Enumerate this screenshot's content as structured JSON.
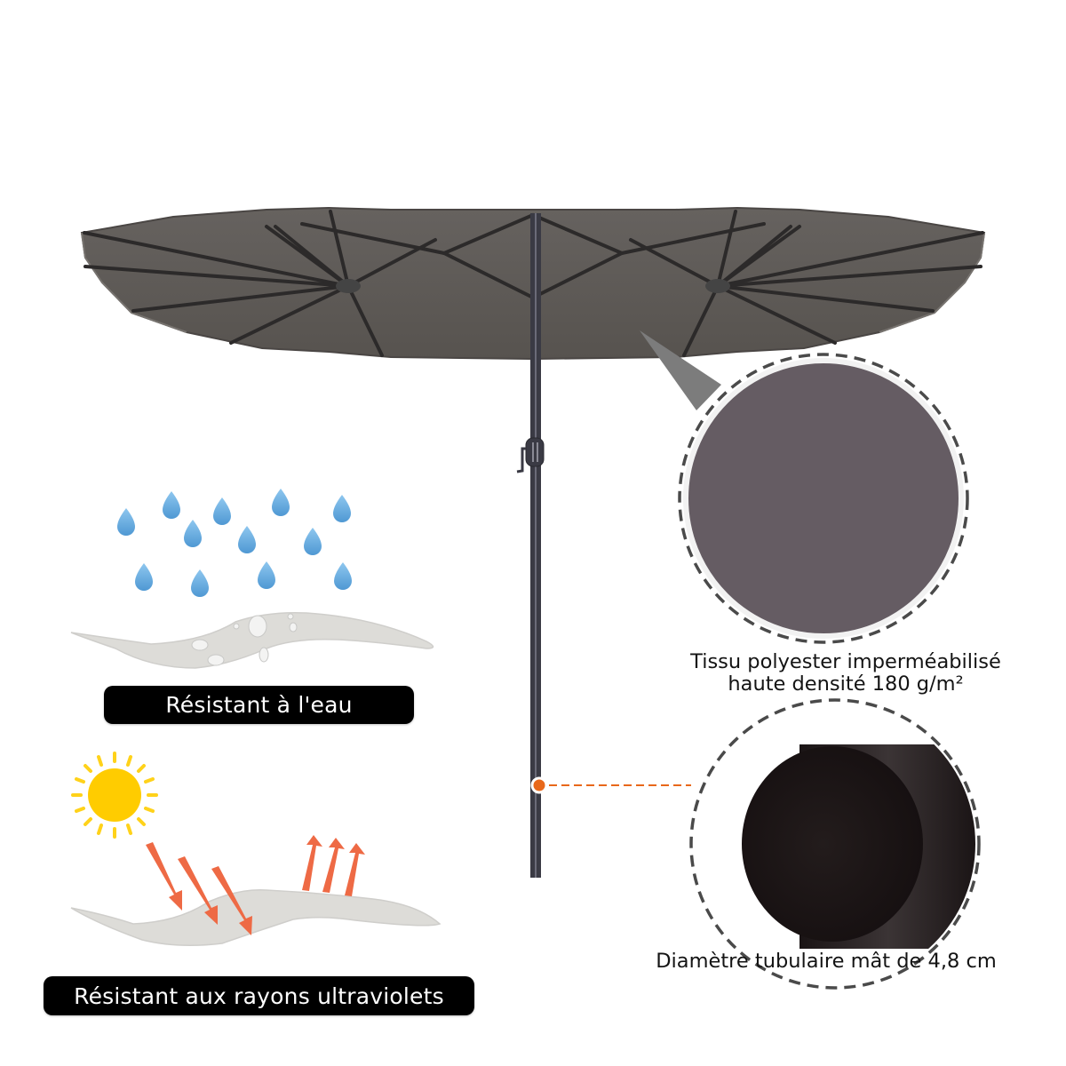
{
  "product": {
    "subject": "Double-canopy patio umbrella (parasol double) with crank handle",
    "canopy_color": "#5e5a5d",
    "pole_color": "#3a3a44"
  },
  "features": {
    "water_resistance": {
      "label": "Résistant à l'eau",
      "icon": "raindrops-icon"
    },
    "uv_resistance": {
      "label": "Résistant aux rayons ultraviolets",
      "icon": "sun-icon"
    }
  },
  "callouts": {
    "fabric": {
      "line1": "Tissu polyester imperméabilisé",
      "line2": "haute densité 180 g/m²",
      "swatch_color": "#655c63"
    },
    "pole": {
      "text": "Diamètre tubulaire mât de 4,8 cm",
      "marker_color": "#e8681a"
    }
  },
  "colors": {
    "rain_drop": "#6aaee0",
    "sun": "#ffcc00",
    "uv_arrow": "#ee6a45",
    "fabric_wave": "#dddcd8",
    "badge_bg": "#000000",
    "dashed_border": "#4a4a4a"
  }
}
